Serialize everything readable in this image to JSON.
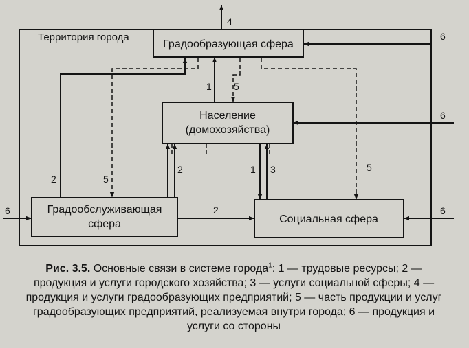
{
  "diagram": {
    "territory_label": "Территория города",
    "nodes": {
      "city_forming": "Градообразующая сфера",
      "population_line1": "Население",
      "population_line2": "(домохозяйства)",
      "city_serving_line1": "Градообслуживающая",
      "city_serving_line2": "сфера",
      "social": "Социальная сфера"
    },
    "flow_numbers": {
      "export": "4",
      "external": "6",
      "labor": "1",
      "internal_share": "5",
      "municipal": "2",
      "social_services": "3"
    }
  },
  "caption": {
    "figure_label": "Рис. 3.5.",
    "title": "Основные связи в системе города",
    "footnote_mark": "1",
    "legend": ": 1 — трудовые ресурсы; 2 — продукция и услуги городского хозяйства; 3 — услуги социальной сферы; 4 — продукция и услуги градообразующих предприятий; 5 — часть продукции и услуг градообразующих предприятий, реализуемая внутри города; 6 — продукция и услуги со стороны"
  }
}
